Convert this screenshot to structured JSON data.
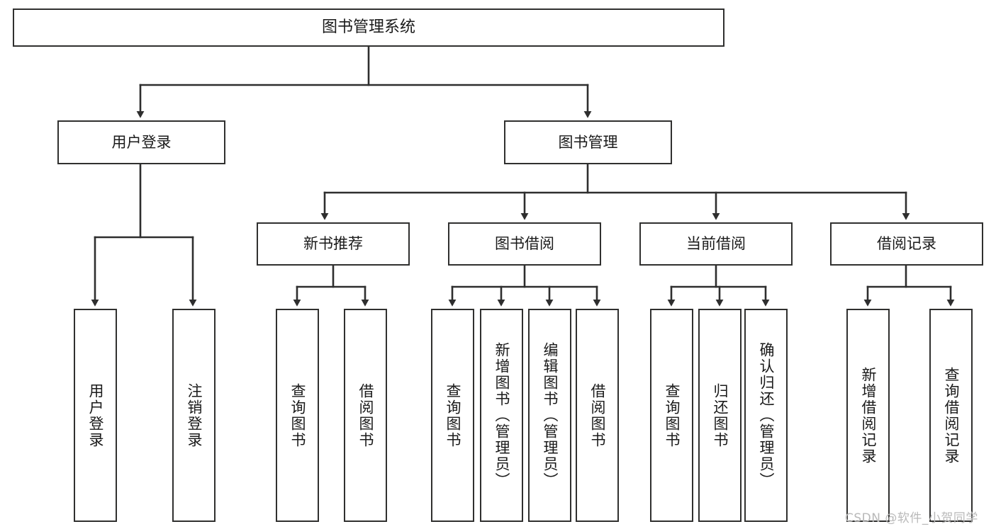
{
  "diagram": {
    "title": "图书管理系统",
    "type": "tree",
    "orientation": "top-down",
    "colors": {
      "node_border": "#30302f",
      "node_fill": "#ffffff",
      "edge": "#2e2e2e",
      "text": "#1a1a1a",
      "watermark": "#b9b9b9",
      "background": "#ffffff"
    },
    "watermark": "CSDN @软件_小贺同学",
    "nodes": {
      "root": {
        "label": "图书管理系统",
        "level": 0
      },
      "level1": [
        {
          "id": "user-login",
          "label": "用户登录"
        },
        {
          "id": "book-manage",
          "label": "图书管理"
        }
      ],
      "level2": [
        {
          "id": "new-book-recommend",
          "label": "新书推荐",
          "parent": "book-manage"
        },
        {
          "id": "book-borrow",
          "label": "图书借阅",
          "parent": "book-manage"
        },
        {
          "id": "current-borrow",
          "label": "当前借阅",
          "parent": "book-manage"
        },
        {
          "id": "borrow-record",
          "label": "借阅记录",
          "parent": "book-manage"
        }
      ],
      "leaves": {
        "user_login": [
          {
            "id": "leaf-user-login",
            "label": "用户登录"
          },
          {
            "id": "leaf-logout",
            "label": "注销登录"
          }
        ],
        "new_book_recommend": [
          {
            "id": "leaf-query-book-1",
            "label": "查询图书"
          },
          {
            "id": "leaf-borrow-book-1",
            "label": "借阅图书"
          }
        ],
        "book_borrow": [
          {
            "id": "leaf-query-book-2",
            "label": "查询图书"
          },
          {
            "id": "leaf-add-book",
            "label": "新增图书（管理员）"
          },
          {
            "id": "leaf-edit-book",
            "label": "编辑图书（管理员）"
          },
          {
            "id": "leaf-borrow-book-2",
            "label": "借阅图书"
          }
        ],
        "current_borrow": [
          {
            "id": "leaf-query-book-3",
            "label": "查询图书"
          },
          {
            "id": "leaf-return-book",
            "label": "归还图书"
          },
          {
            "id": "leaf-confirm-return",
            "label": "确认归还（管理员）"
          }
        ],
        "borrow_record": [
          {
            "id": "leaf-add-record",
            "label": "新增借阅记录"
          },
          {
            "id": "leaf-query-record",
            "label": "查询借阅记录"
          }
        ]
      }
    }
  }
}
